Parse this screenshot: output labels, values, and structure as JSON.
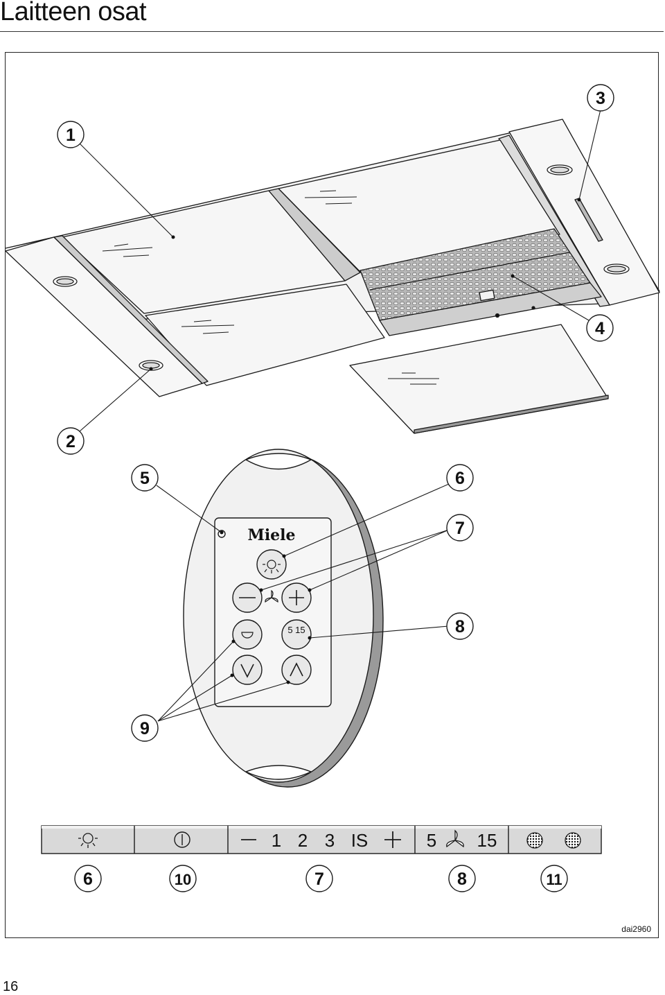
{
  "title": "Laitteen osat",
  "page_number": "16",
  "image_code": "dai2960",
  "remote": {
    "brand": "Miele",
    "timer_label": "5 15"
  },
  "callouts": {
    "c1": "1",
    "c2": "2",
    "c3": "3",
    "c4": "4",
    "c5": "5",
    "c6": "6",
    "c7": "7",
    "c8": "8",
    "c9": "9",
    "c10": "10",
    "c11": "11"
  },
  "control_strip": {
    "cell_levels": [
      "1",
      "2",
      "3",
      "IS"
    ],
    "cell_timer_left": "5",
    "cell_timer_right": "15"
  },
  "colors": {
    "line": "#1a1a1a",
    "panel_fill": "#f4f4f4",
    "remote_shadow": "#9a9a9a",
    "strip_fill": "#d9d9d9"
  },
  "icons": [
    "light-icon",
    "power-icon",
    "minus-icon",
    "plus-icon",
    "fan-icon",
    "grease-filter-icon",
    "charcoal-filter-icon",
    "chevron-down-icon",
    "chevron-up-icon",
    "dim-light-icon"
  ]
}
